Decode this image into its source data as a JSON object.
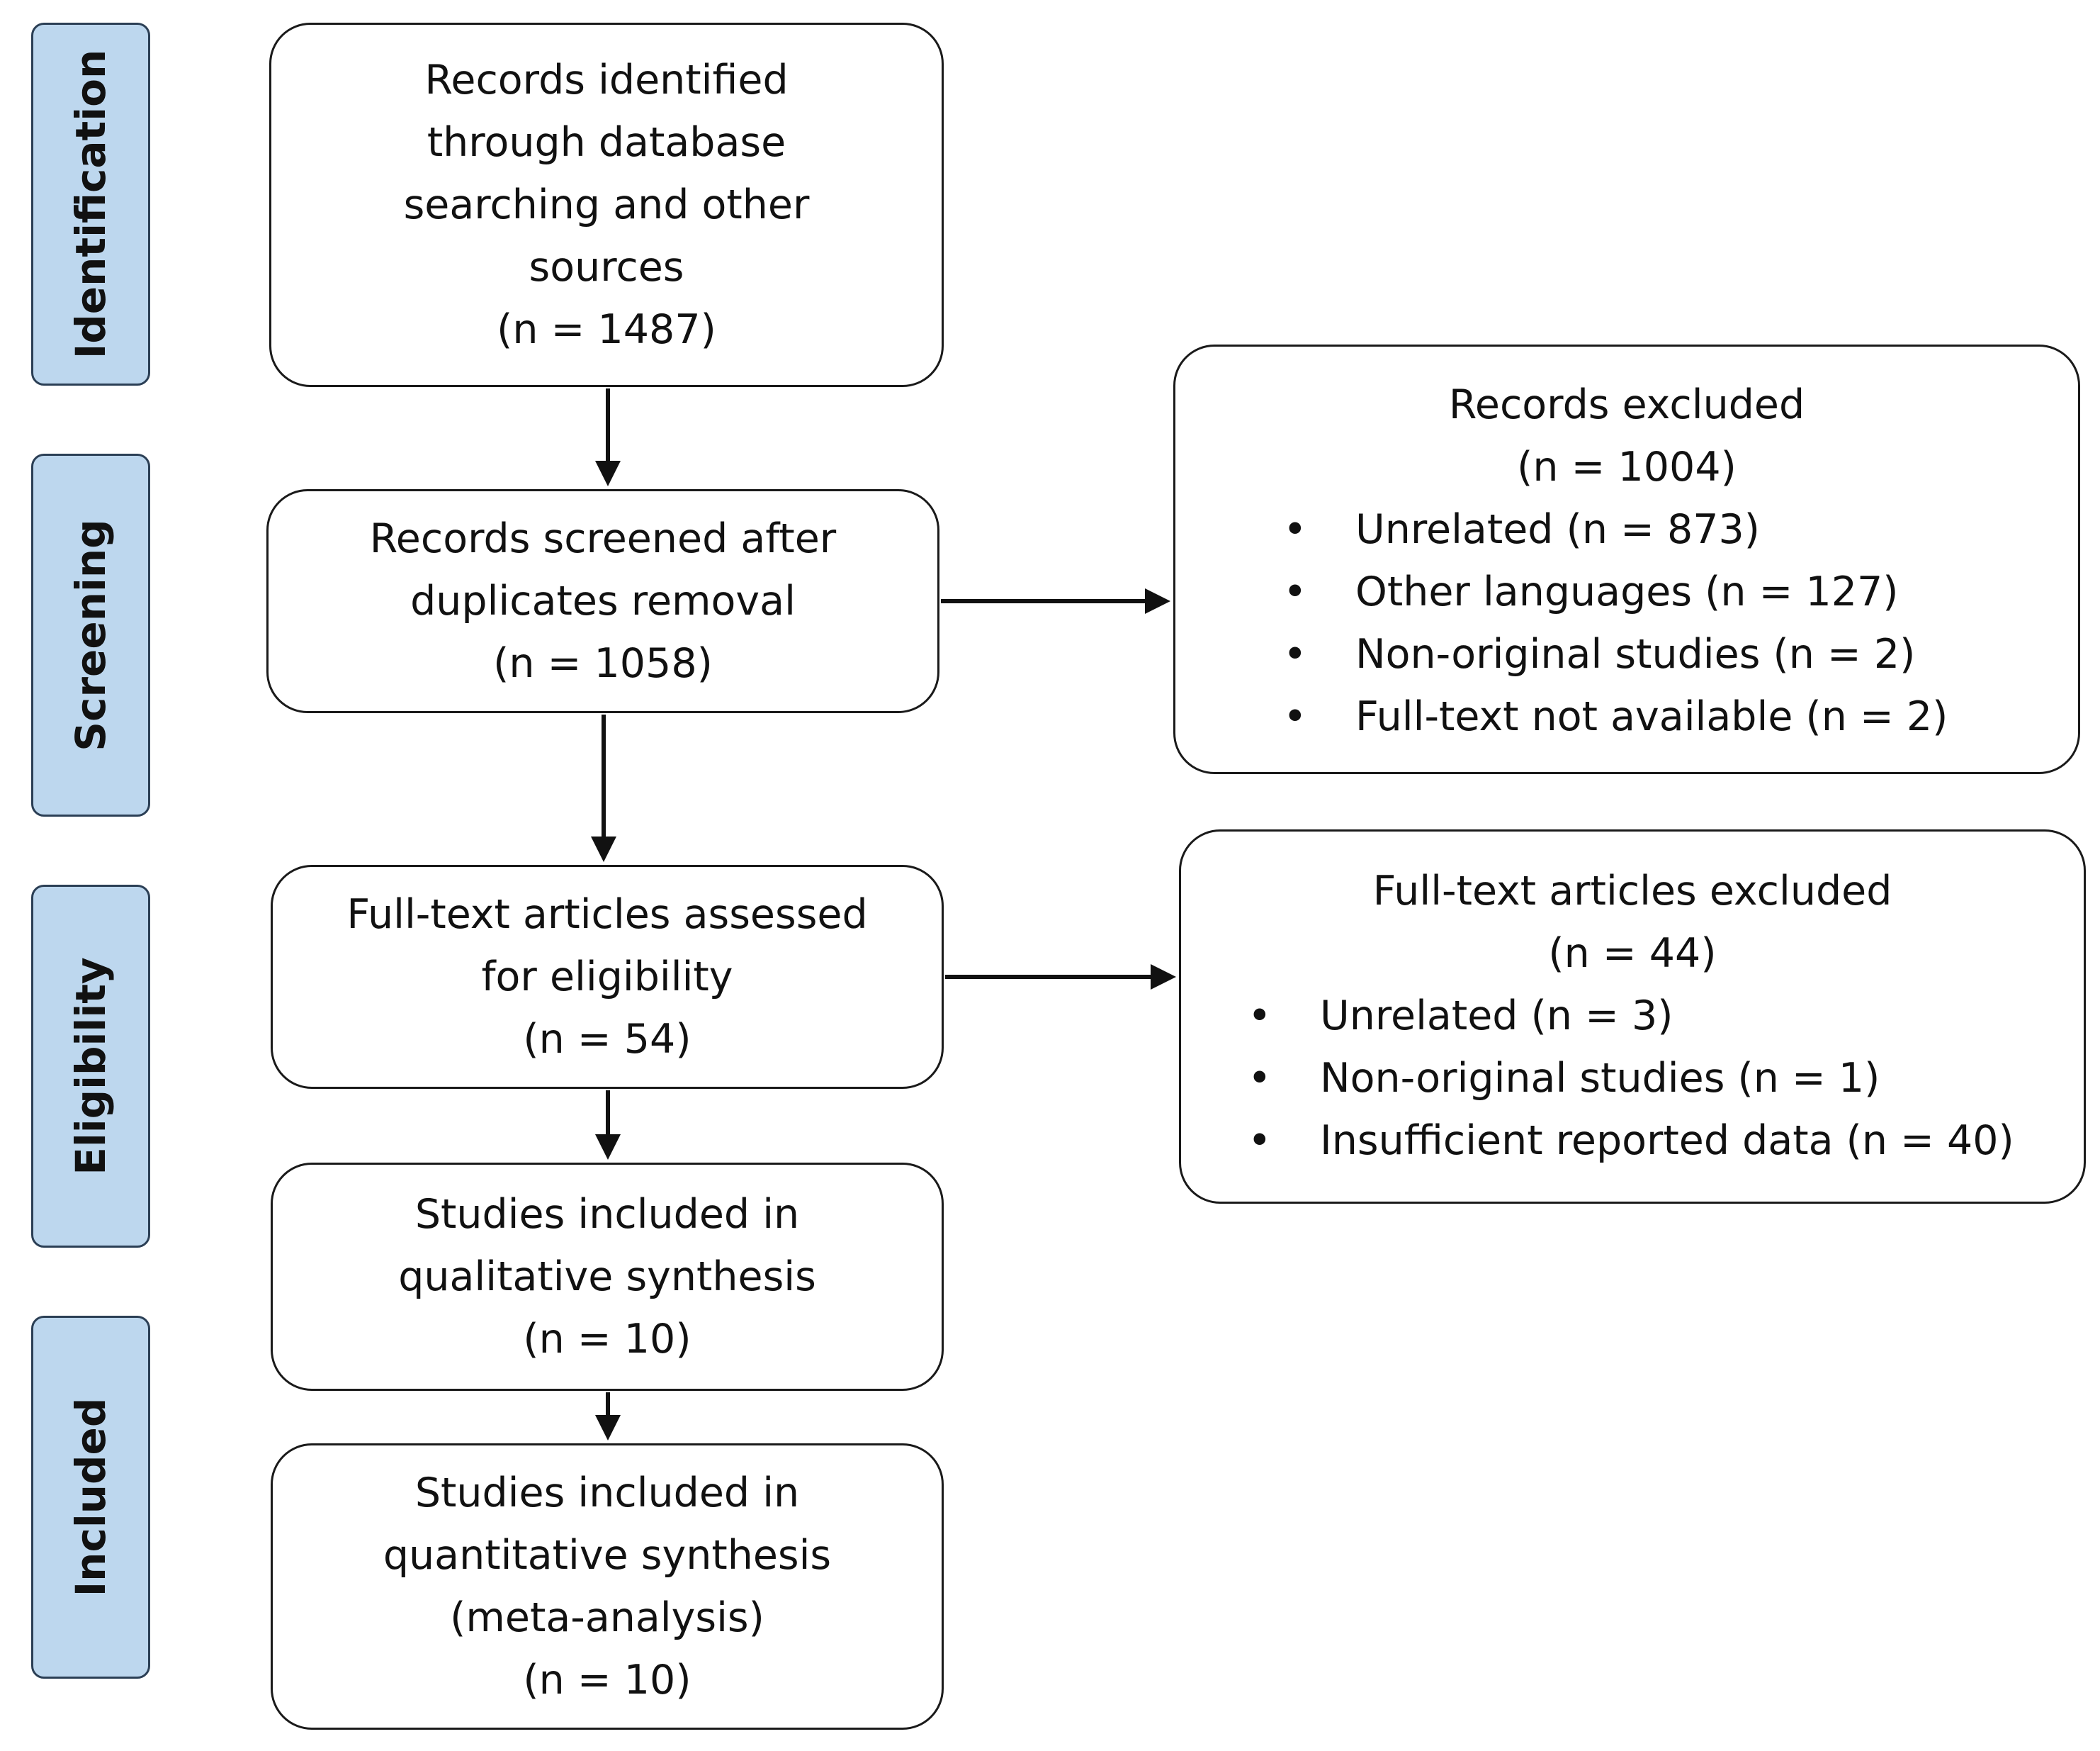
{
  "stages": [
    {
      "id": "identification",
      "label": "Identification"
    },
    {
      "id": "screening",
      "label": "Screening"
    },
    {
      "id": "eligibility",
      "label": "Eligibility"
    },
    {
      "id": "included",
      "label": "Included"
    }
  ],
  "main_boxes": {
    "identified": {
      "lines": [
        "Records identified",
        "through database",
        "searching and other",
        "sources",
        "(n = 1487)"
      ]
    },
    "screened": {
      "lines": [
        "Records screened after",
        "duplicates removal",
        "(n = 1058)"
      ]
    },
    "assessed": {
      "lines": [
        "Full-text articles assessed",
        "for eligibility",
        "(n = 54)"
      ]
    },
    "qualitative": {
      "lines": [
        "Studies included in",
        "qualitative synthesis",
        "(n = 10)"
      ]
    },
    "quantitative": {
      "lines": [
        "Studies included in",
        "quantitative synthesis",
        "(meta-analysis)",
        "(n = 10)"
      ]
    }
  },
  "exclusion_boxes": {
    "records_excluded": {
      "title": "Records excluded",
      "count": "(n = 1004)",
      "bullet": "•",
      "items": [
        "Unrelated (n = 873)",
        "Other languages (n = 127)",
        "Non-original studies (n = 2)",
        "Full-text not available (n = 2)"
      ]
    },
    "fulltext_excluded": {
      "title": "Full-text articles excluded",
      "count": "(n = 44)",
      "bullet": "•",
      "items": [
        "Unrelated (n = 3)",
        "Non-original studies (n = 1)",
        "Insufficient reported data (n = 40)"
      ]
    }
  },
  "colors": {
    "stage_fill": "#bdd7ee",
    "stage_border": "#2b3f55",
    "box_border": "#1a1a1a",
    "arrow": "#111111",
    "text": "#111111"
  }
}
